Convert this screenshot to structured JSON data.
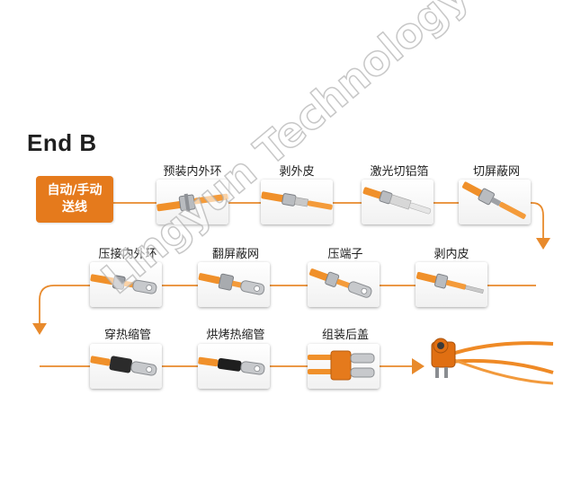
{
  "title": "End B",
  "start": {
    "line1": "自动/手动",
    "line2": "送线"
  },
  "steps": [
    {
      "label": "预装内外环",
      "icon": "ring-preinstall-icon"
    },
    {
      "label": "剥外皮",
      "icon": "strip-outer-jacket-icon"
    },
    {
      "label": "激光切铝箔",
      "icon": "laser-cut-foil-icon"
    },
    {
      "label": "切屏蔽网",
      "icon": "cut-shield-mesh-icon"
    },
    {
      "label": "剥内皮",
      "icon": "strip-inner-jacket-icon"
    },
    {
      "label": "压端子",
      "icon": "crimp-terminal-icon"
    },
    {
      "label": "翻屏蔽网",
      "icon": "fold-shield-mesh-icon"
    },
    {
      "label": "压接内外环",
      "icon": "crimp-rings-icon"
    },
    {
      "label": "穿热缩管",
      "icon": "insert-shrink-tube-icon"
    },
    {
      "label": "烘烤热缩管",
      "icon": "bake-shrink-tube-icon"
    },
    {
      "label": "组装后盖",
      "icon": "assemble-back-cover-icon"
    }
  ],
  "watermark": "Lingyun Technology",
  "colors": {
    "accent": "#e57a1c",
    "cable": "#f0902a"
  }
}
